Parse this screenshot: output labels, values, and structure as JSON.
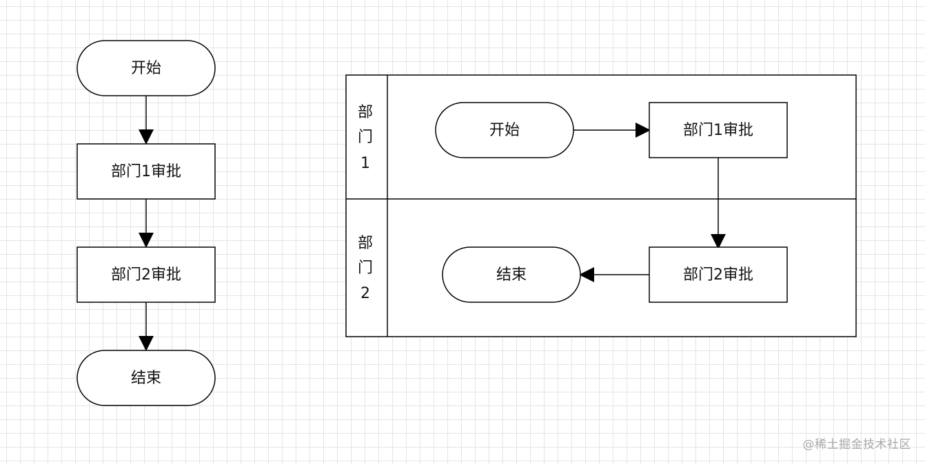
{
  "simple_flow": {
    "start": "开始",
    "step1": "部门1审批",
    "step2": "部门2审批",
    "end": "结束"
  },
  "swimlane_flow": {
    "lane1_label": [
      "部",
      "门",
      "1"
    ],
    "lane2_label": [
      "部",
      "门",
      "2"
    ],
    "start": "开始",
    "step1": "部门1审批",
    "step2": "部门2审批",
    "end": "结束"
  },
  "watermark": "@稀土掘金技术社区",
  "colors": {
    "stroke": "#000000",
    "grid": "#e4e4e4",
    "background": "#ffffff"
  }
}
